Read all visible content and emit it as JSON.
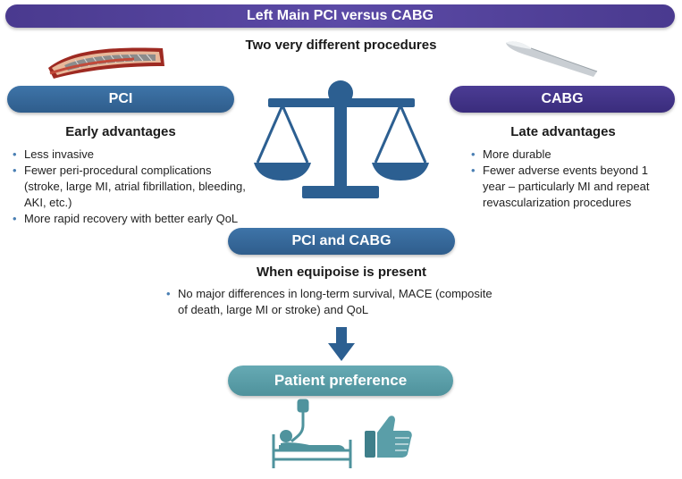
{
  "title": "Left Main PCI versus CABG",
  "subtitle": "Two very different procedures",
  "pci": {
    "label": "PCI",
    "heading": "Early advantages",
    "items": [
      "Less invasive",
      "Fewer peri-procedural complications (stroke, large MI, atrial fibrillation, bleeding, AKI, etc.)",
      "More rapid recovery with better early QoL"
    ]
  },
  "cabg": {
    "label": "CABG",
    "heading": "Late advantages",
    "items": [
      "More durable",
      "Fewer adverse events beyond 1 year – particularly MI and repeat revascularization procedures"
    ]
  },
  "both": {
    "label": "PCI and CABG",
    "heading": "When equipoise is present",
    "items": [
      "No major differences in long-term survival, MACE (composite of death, large MI or stroke) and QoL"
    ]
  },
  "preference": {
    "label": "Patient preference"
  },
  "icons": [
    "stented-artery-icon",
    "scalpel-icon",
    "balance-scale-icon",
    "down-arrow-icon",
    "patient-bed-icon",
    "thumbs-up-icon"
  ],
  "colors": {
    "banner": "#4a3a8f",
    "pci": "#2f5d8c",
    "cabg": "#3a2c7c",
    "teal": "#5a9ea8",
    "scale": "#2c5f91"
  }
}
